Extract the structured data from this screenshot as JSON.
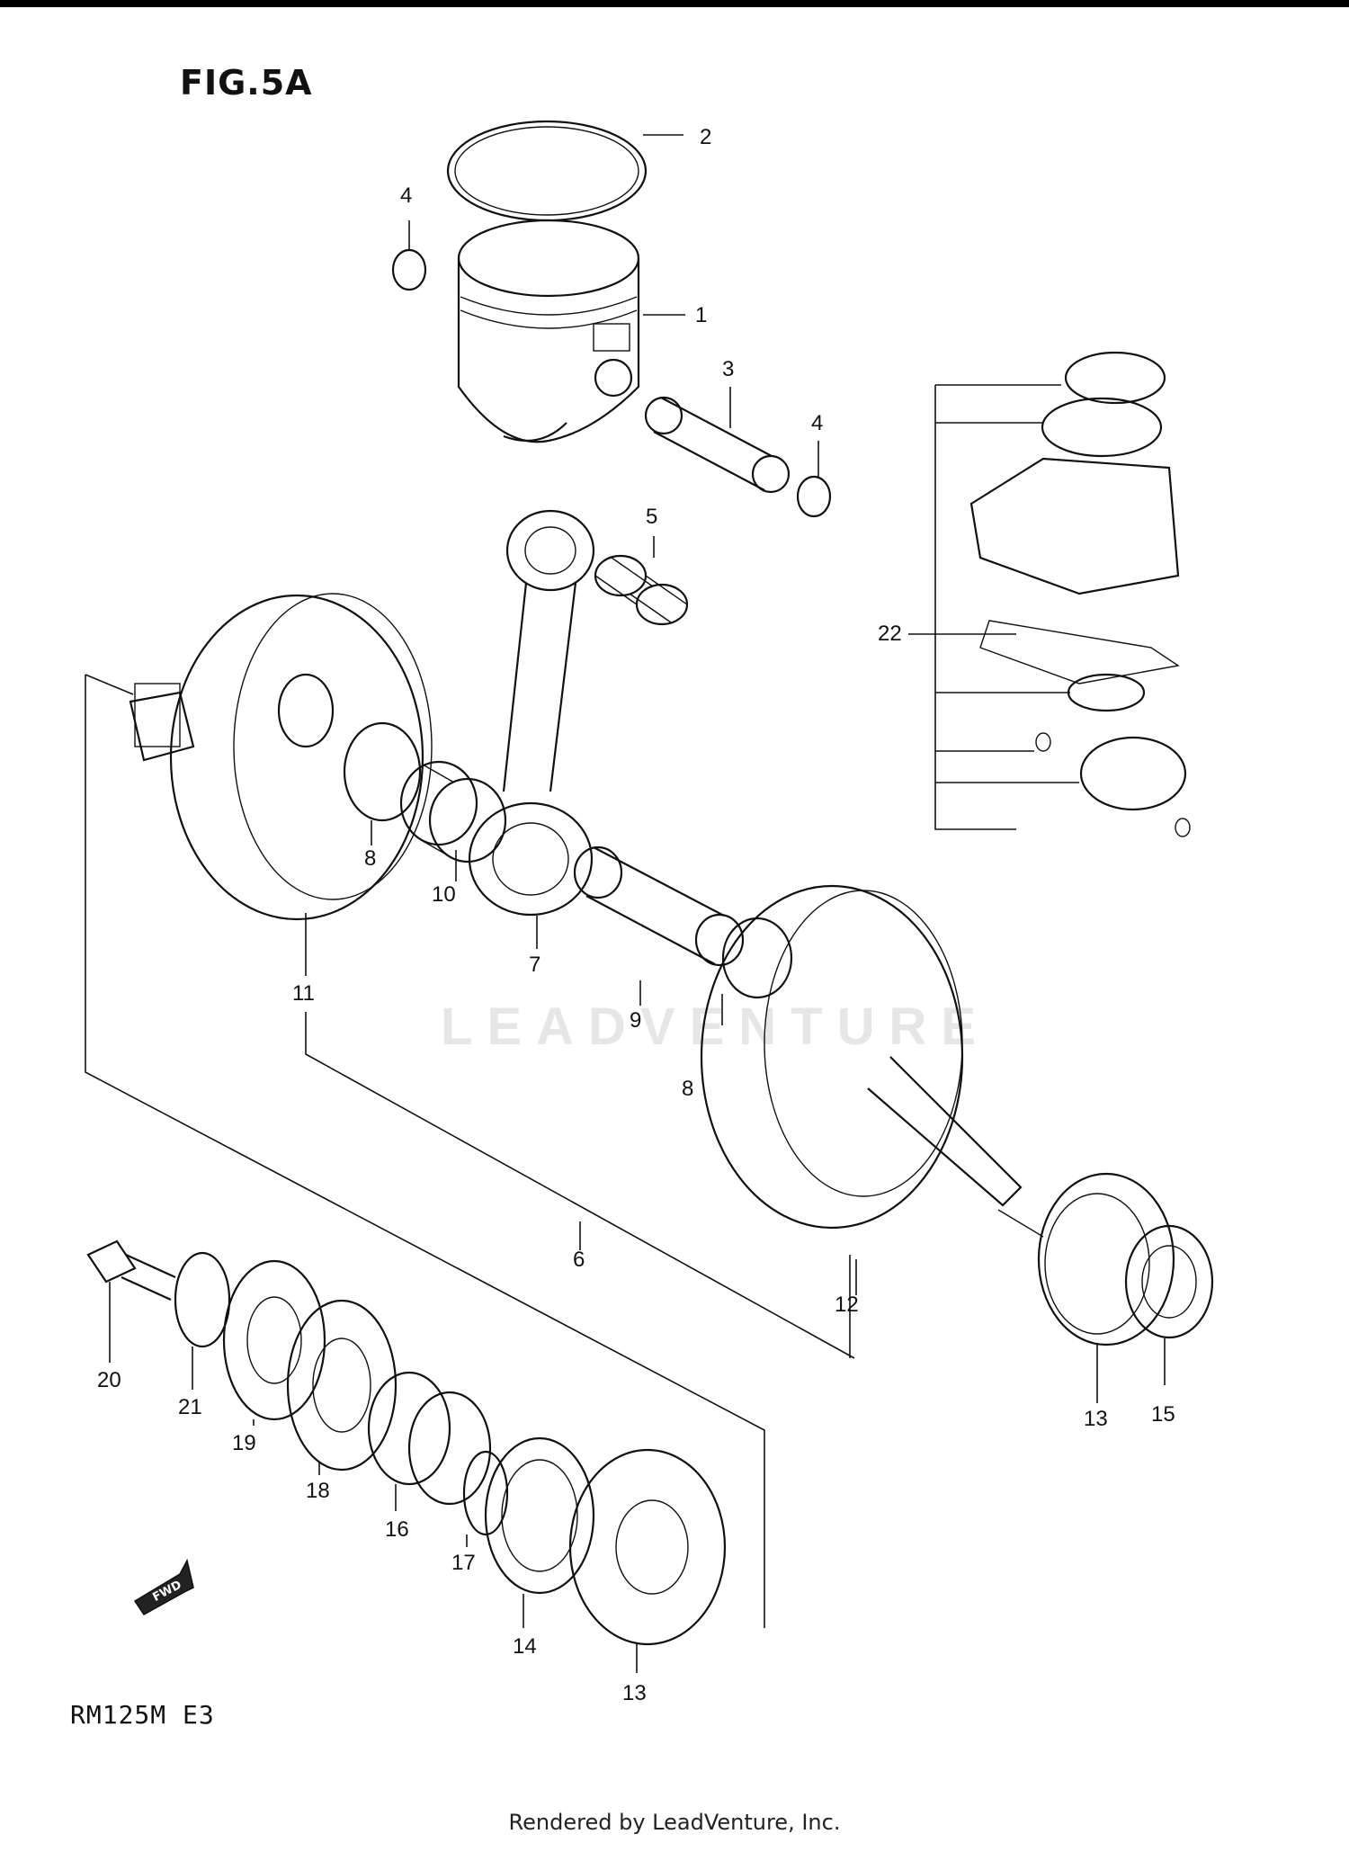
{
  "figure": {
    "title": "FIG.5A",
    "model": "RM125M E3",
    "footer": "Rendered by LeadVenture, Inc.",
    "watermark": "LEADVENTURE",
    "fwd_label": "FWD"
  },
  "callouts": [
    {
      "id": "c1",
      "label": "1"
    },
    {
      "id": "c2",
      "label": "2"
    },
    {
      "id": "c3",
      "label": "3"
    },
    {
      "id": "c4a",
      "label": "4"
    },
    {
      "id": "c4b",
      "label": "4"
    },
    {
      "id": "c5",
      "label": "5"
    },
    {
      "id": "c6",
      "label": "6"
    },
    {
      "id": "c7",
      "label": "7"
    },
    {
      "id": "c8a",
      "label": "8"
    },
    {
      "id": "c8b",
      "label": "8"
    },
    {
      "id": "c9",
      "label": "9"
    },
    {
      "id": "c10",
      "label": "10"
    },
    {
      "id": "c11",
      "label": "11"
    },
    {
      "id": "c12",
      "label": "12"
    },
    {
      "id": "c13a",
      "label": "13"
    },
    {
      "id": "c13b",
      "label": "13"
    },
    {
      "id": "c14",
      "label": "14"
    },
    {
      "id": "c15",
      "label": "15"
    },
    {
      "id": "c16",
      "label": "16"
    },
    {
      "id": "c17",
      "label": "17"
    },
    {
      "id": "c18",
      "label": "18"
    },
    {
      "id": "c19",
      "label": "19"
    },
    {
      "id": "c20",
      "label": "20"
    },
    {
      "id": "c21",
      "label": "21"
    },
    {
      "id": "c22",
      "label": "22"
    }
  ]
}
